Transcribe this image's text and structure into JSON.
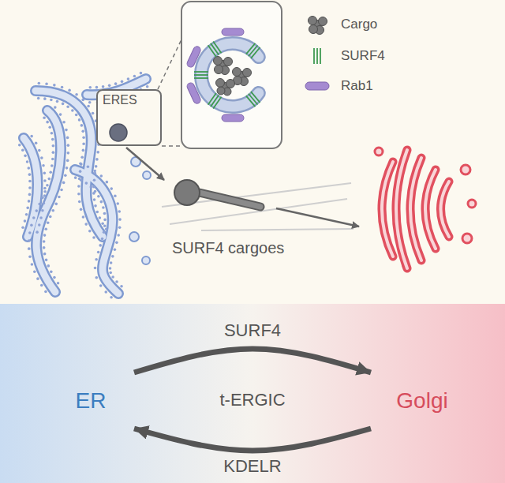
{
  "diagram": {
    "nodes": [
      {
        "text": [
          "ERES"
        ]
      },
      {
        "text": [
          "ER"
        ]
      },
      {
        "text": [
          "Golgi"
        ]
      }
    ],
    "edges": [
      {
        "from": 1,
        "to": 2,
        "label": "SURF4",
        "arrow": "to"
      },
      {
        "from": 2,
        "to": 1,
        "label": "KDELR",
        "arrow": "to"
      }
    ],
    "labels": [
      "SURF4 cargoes",
      "t-ERGIC"
    ],
    "legend": [
      {
        "text": "Cargo"
      },
      {
        "text": "SURF4"
      },
      {
        "text": "Rab1"
      }
    ]
  }
}
